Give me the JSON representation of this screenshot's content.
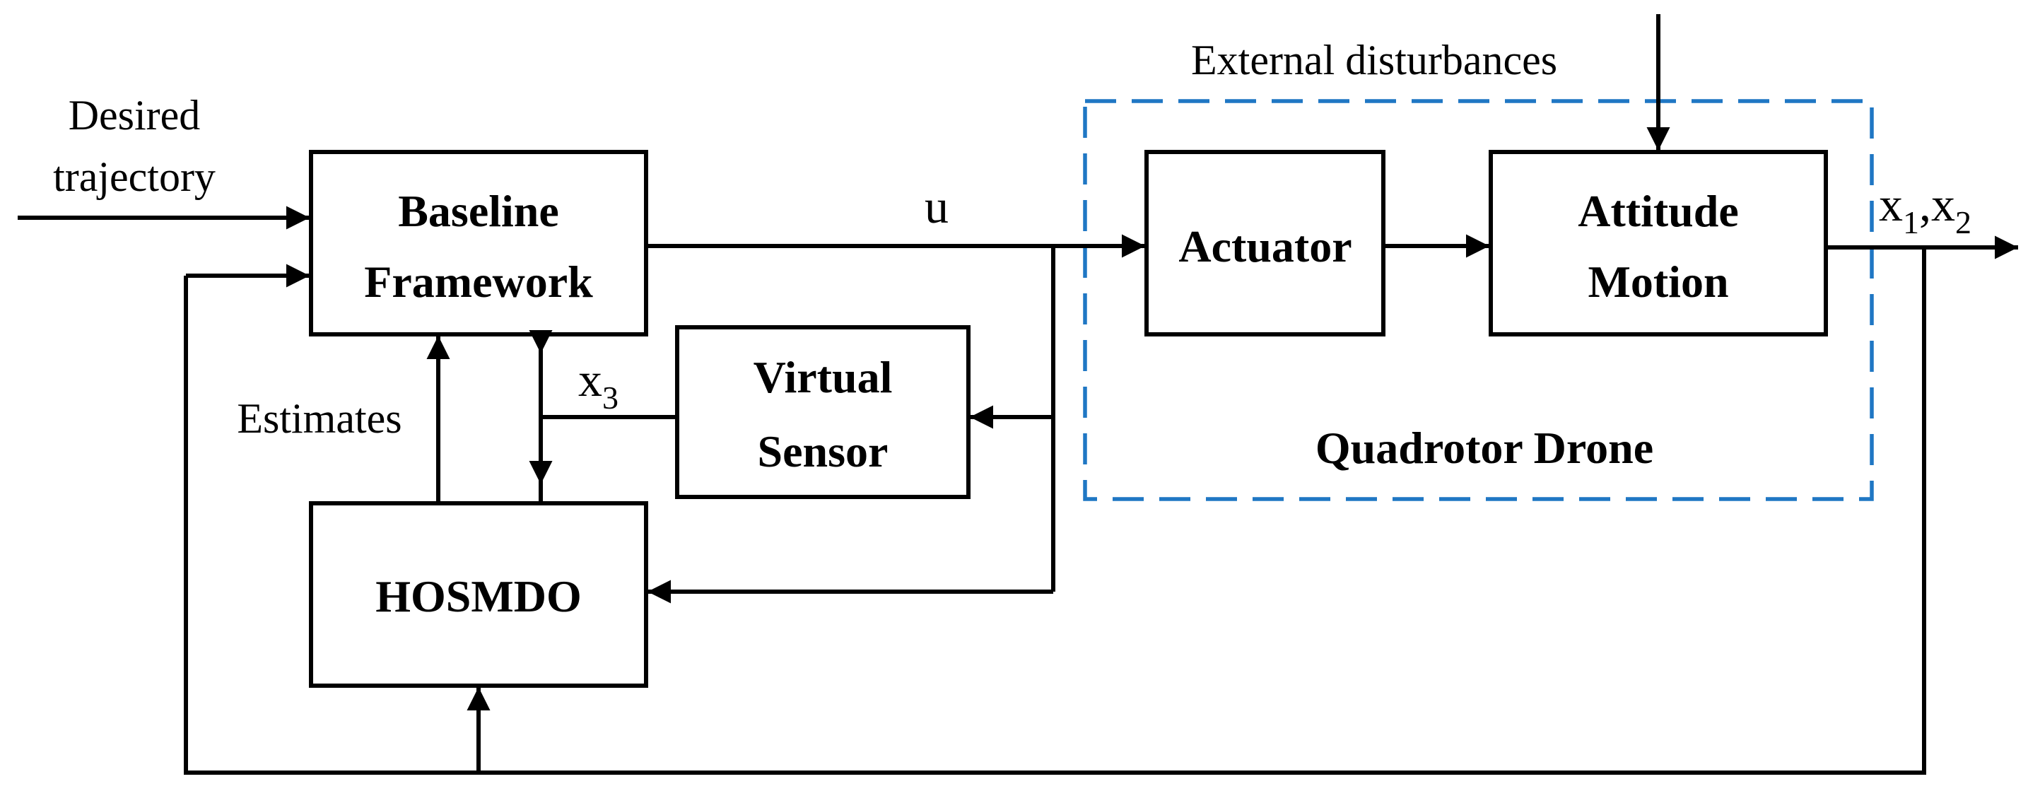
{
  "blocks": {
    "baseline_line1": "Baseline",
    "baseline_line2": "Framework",
    "virtual_sensor_line1": "Virtual",
    "virtual_sensor_line2": "Sensor",
    "hosmdo": "HOSMDO",
    "actuator": "Actuator",
    "attitude_line1": "Attitude",
    "attitude_line2": "Motion"
  },
  "group": {
    "label": "Quadrotor Drone",
    "border_color": "#1f77c4"
  },
  "labels": {
    "desired_line1": "Desired",
    "desired_line2": "trajectory",
    "external_disturbances": "External disturbances",
    "estimates": "Estimates",
    "u": "u",
    "x3_base": "x",
    "x3_sub": "3",
    "x1_base": "x",
    "x1_sub": "1",
    "comma": ",",
    "x2_base": "x",
    "x2_sub": "2"
  },
  "colors": {
    "actuator_text": "#ff0000",
    "line": "#000000"
  }
}
